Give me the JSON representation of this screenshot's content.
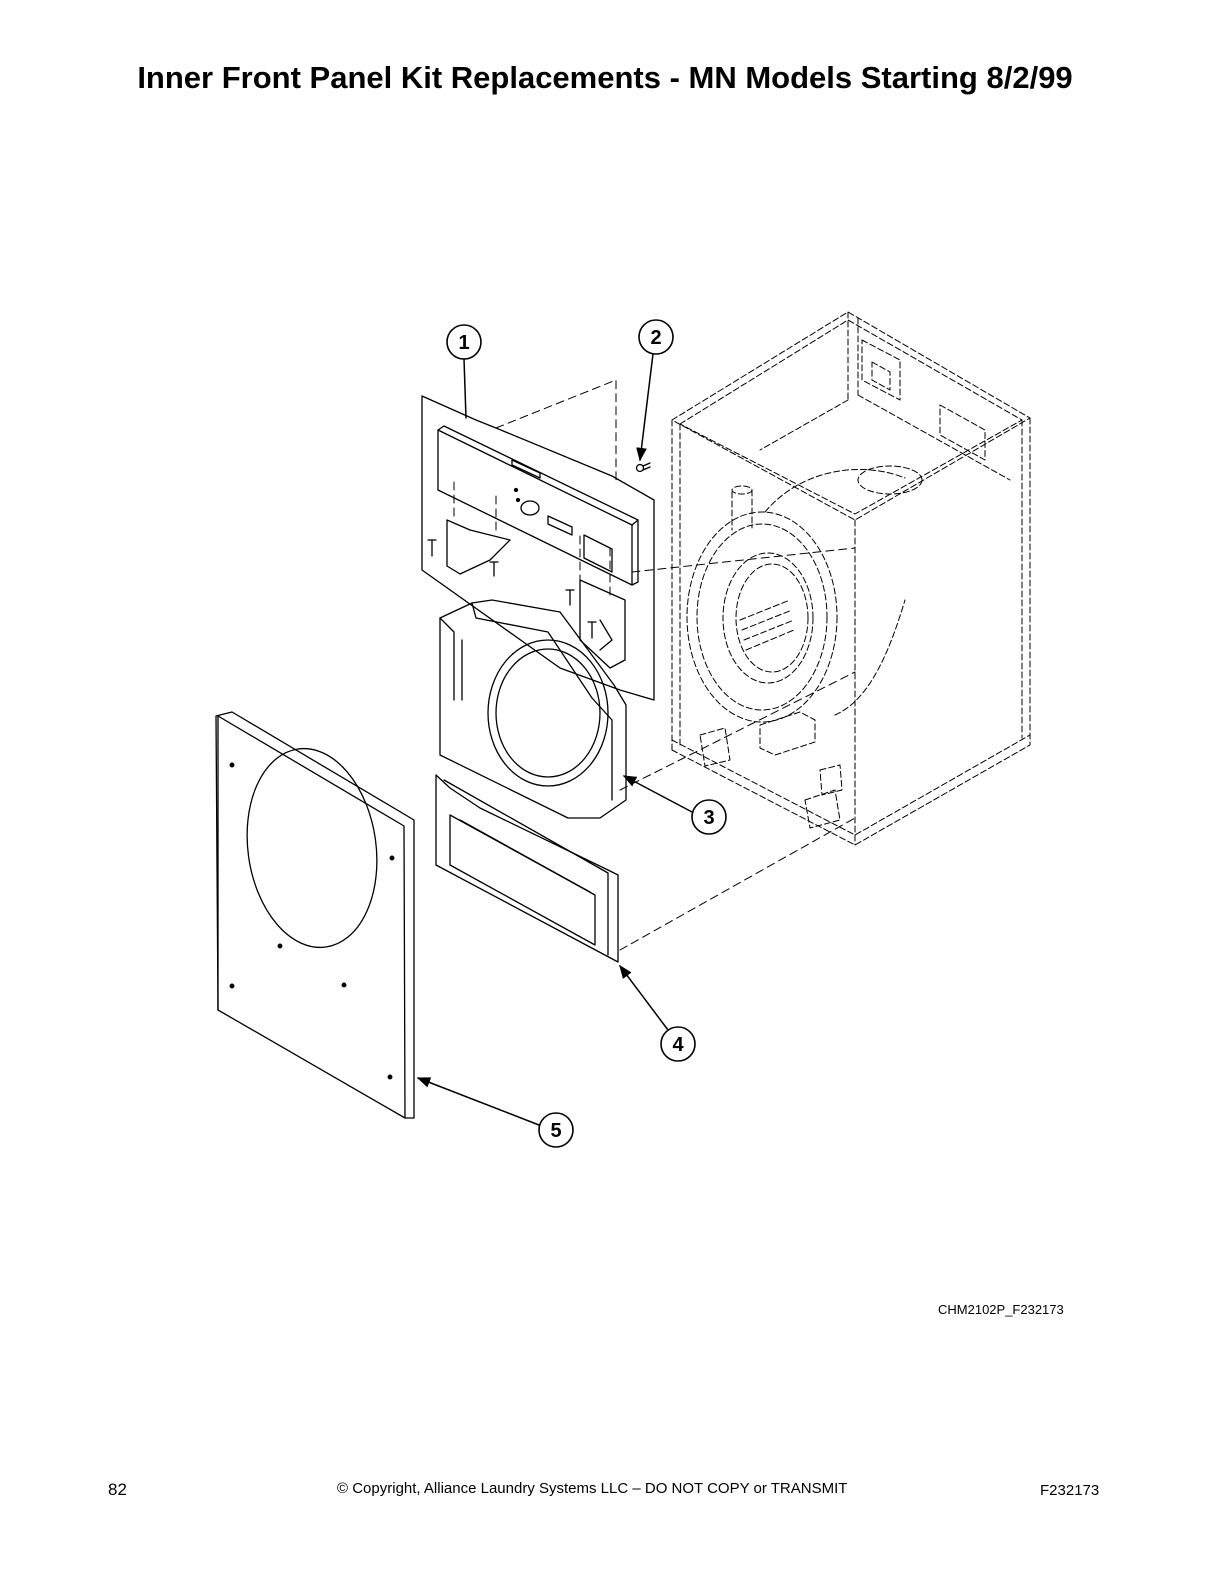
{
  "page": {
    "title": "Inner Front Panel Kit Replacements - MN Models Starting 8/2/99",
    "drawing_code": "CHM2102P_F232173",
    "footer": {
      "page_number": "82",
      "copyright": "© Copyright, Alliance Laundry Systems LLC – DO NOT COPY or TRANSMIT",
      "doc_code": "F232173"
    }
  },
  "callouts": [
    "1",
    "2",
    "3",
    "4",
    "5"
  ]
}
